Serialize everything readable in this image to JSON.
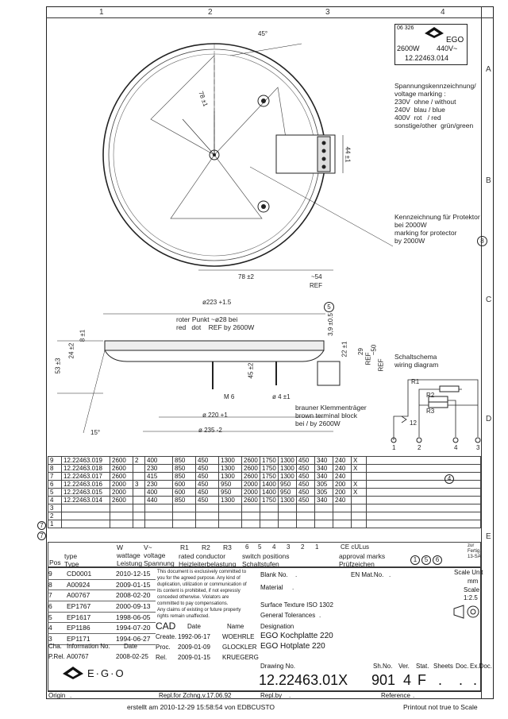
{
  "grid_columns": [
    "1",
    "2",
    "3",
    "4"
  ],
  "grid_rows": [
    "A",
    "B",
    "C",
    "D",
    "E"
  ],
  "label_box": {
    "code": "06 326",
    "brand": "EGO",
    "power": "2600W",
    "voltage": "440V~",
    "part": "12.22463.014"
  },
  "notes": {
    "voltage_marking": "Spannungskennzeichnung/\nvoltage marking :\n230V  ohne / without\n240V  blau / blue\n400V  rot   / red\nsonstige/other  grün/green",
    "protector": "Kennzeichnung für Protektor\nbei 2000W\nmarking for protector\nby 2000W",
    "red_dot": "roter Punkt ~ø28 bei\nred   dot    REF by 2600W",
    "terminal": "brauner Klemmenträger\nbrown terminal block\nbei / by 2600W",
    "wiring_title": "Schaltschema\nwiring diagram"
  },
  "dimensions": {
    "angle45": "45°",
    "r78_top": "78 ±1",
    "h44": "44 ±1",
    "w78": "78 ±2",
    "w54": "~54",
    "ref1": "REF",
    "d223": "ø223 +1.5",
    "h3_9": "3,9 ±0.5",
    "h8": "8 ±1",
    "h24": "24 ±2",
    "h53": "53 ±3",
    "h45": "45 ±2",
    "m6": "M 6",
    "d4": "ø 4 ±1",
    "h22": "22 ±1",
    "h29": "29",
    "ref2": "REF",
    "h50": "~50",
    "ref3": "REF",
    "d220": "ø 220 +1",
    "d235": "ø 235 -2",
    "angle15": "15°",
    "marker5": "5",
    "marker8": "8",
    "marker4": "4"
  },
  "wiring": {
    "R1": "R1",
    "R2": "R2",
    "R3": "R3",
    "t12": "12",
    "n1": "1",
    "n2": "2",
    "n4": "4",
    "n3": "3"
  },
  "variants": [
    {
      "pos": "9",
      "type": "12.22463.019",
      "w": "2600",
      "mark": "2",
      "v": "400",
      "r1": "850",
      "r2": "450",
      "r3": "1300",
      "s6": "2600",
      "s5": "1750",
      "s4": "1300",
      "s3": "450",
      "s2": "340",
      "s1": "240",
      "x": "X"
    },
    {
      "pos": "8",
      "type": "12.22463.018",
      "w": "2600",
      "mark": "",
      "v": "230",
      "r1": "850",
      "r2": "450",
      "r3": "1300",
      "s6": "2600",
      "s5": "1750",
      "s4": "1300",
      "s3": "450",
      "s2": "340",
      "s1": "240",
      "x": "X"
    },
    {
      "pos": "7",
      "type": "12.22463.017",
      "w": "2600",
      "mark": "",
      "v": "415",
      "r1": "850",
      "r2": "450",
      "r3": "1300",
      "s6": "2600",
      "s5": "1750",
      "s4": "1300",
      "s3": "450",
      "s2": "340",
      "s1": "240",
      "x": ""
    },
    {
      "pos": "6",
      "type": "12.22463.016",
      "w": "2000",
      "mark": "3",
      "v": "230",
      "r1": "600",
      "r2": "450",
      "r3": "950",
      "s6": "2000",
      "s5": "1400",
      "s4": "950",
      "s3": "450",
      "s2": "305",
      "s1": "200",
      "x": "X"
    },
    {
      "pos": "5",
      "type": "12.22463.015",
      "w": "2000",
      "mark": "",
      "v": "400",
      "r1": "600",
      "r2": "450",
      "r3": "950",
      "s6": "2000",
      "s5": "1400",
      "s4": "950",
      "s3": "450",
      "s2": "305",
      "s1": "200",
      "x": "X"
    },
    {
      "pos": "4",
      "type": "12.22463.014",
      "w": "2600",
      "mark": "",
      "v": "440",
      "r1": "850",
      "r2": "450",
      "r3": "1300",
      "s6": "2600",
      "s5": "1750",
      "s4": "1300",
      "s3": "450",
      "s2": "340",
      "s1": "240",
      "x": ""
    }
  ],
  "empty_rows": [
    "3",
    "2",
    "1"
  ],
  "row_marks": [
    "7",
    "7"
  ],
  "header": {
    "pos": "Pos",
    "type": "type\nType",
    "w": "W\nwattage\nLeistung",
    "v": "V~\nvoltage\nSpannung",
    "r1": "R1",
    "r2": "R2",
    "r3": "R3",
    "rated": "rated conductor\nHeizleiterbelastung",
    "steps": [
      "6",
      "5",
      "4",
      "3",
      "2",
      "1"
    ],
    "switch": "switch positions\nSchaltstufen",
    "approval": "approval marks\nPrüfzeichen",
    "circles": [
      "1",
      "5",
      "6"
    ],
    "ce": "CE cULus",
    "forfert": "zur\nFertig.\n13-SA",
    "col4": "4"
  },
  "revisions": [
    {
      "cha": "9",
      "info": "CD0001",
      "date": "2010-12-15"
    },
    {
      "cha": "8",
      "info": "A00924",
      "date": "2009-01-15"
    },
    {
      "cha": "7",
      "info": "A00767",
      "date": "2008-02-20"
    },
    {
      "cha": "6",
      "info": "EP1767",
      "date": "2000-09-13"
    },
    {
      "cha": "5",
      "info": "EP1617",
      "date": "1998-06-05"
    },
    {
      "cha": "4",
      "info": "EP1186",
      "date": "1994-07-20"
    },
    {
      "cha": "3",
      "info": "EP1171",
      "date": "1994-06-27"
    }
  ],
  "rev_header": {
    "cha": "Cha.",
    "info": "Information No.",
    "date": "Date"
  },
  "prel": {
    "label": "P.Rel.",
    "info": "A00767",
    "date": "2008-02-25"
  },
  "legal": "This document is exclusively committed to\nyou for the agreed purpose. Any kind of\nduplication, utilization or communication of\nits content is prohibited, if not expressly\nconceded otherwise. Violators are\ncommitted to pay compensations.\nAny claims of existing or future property\nrights remain unaffected.",
  "cad": {
    "cad": "CAD",
    "date_h": "Date",
    "name_h": "Name",
    "create": "Create.",
    "create_date": "1992-06-17",
    "create_name": "WOEHRLE",
    "proc": "Proc.",
    "proc_date": "2009-01-09",
    "proc_name": "GLOCKLER",
    "rel": "Rel.",
    "rel_date": "2009-01-15",
    "rel_name": "KRUEGERG"
  },
  "fields": {
    "blank": "Blank No.",
    "blank_v": ".",
    "en_mat": "EN Mat.No.",
    "en_mat_v": ".",
    "material": "Material",
    "material_v": ".",
    "surface": "Surface Texture ISO 1302",
    "tolerances": "General Tolerances",
    "tolerances_v": ".",
    "designation": "Designation",
    "desig_de": "EGO Kochplatte 220",
    "desig_en": "EGO Hotplate 220",
    "scale_unit": "Scale Unit",
    "scale_unit_v": "mm",
    "scale": "Scale",
    "scale_v": "1:2.5"
  },
  "drawing": {
    "label": "Drawing No.",
    "number": "12.22463.01X",
    "shno_h": "Sh.No.",
    "shno": "901",
    "ver_h": "Ver.",
    "ver": "4",
    "stat_h": "Stat.",
    "stat": "F",
    "sheets_h": "Sheets",
    "sheets": ".",
    "doc_h": "Doc.",
    "doc": ".",
    "exdoc_h": "Ex.Doc.",
    "exdoc": "."
  },
  "logo": "E·G·O",
  "bottom": {
    "origin": "Origin",
    "origin_v": ".",
    "repl_for": "Repl.for Zchng.v.17.06.92",
    "repl_by": "Repl.by",
    "repl_by_v": ".",
    "reference": "Reference",
    "reference_v": "."
  },
  "footer": {
    "created": "erstellt  am  2010-12-29  15:58:54  von  EDBCUSTO",
    "printout": "Printout not true to Scale"
  }
}
